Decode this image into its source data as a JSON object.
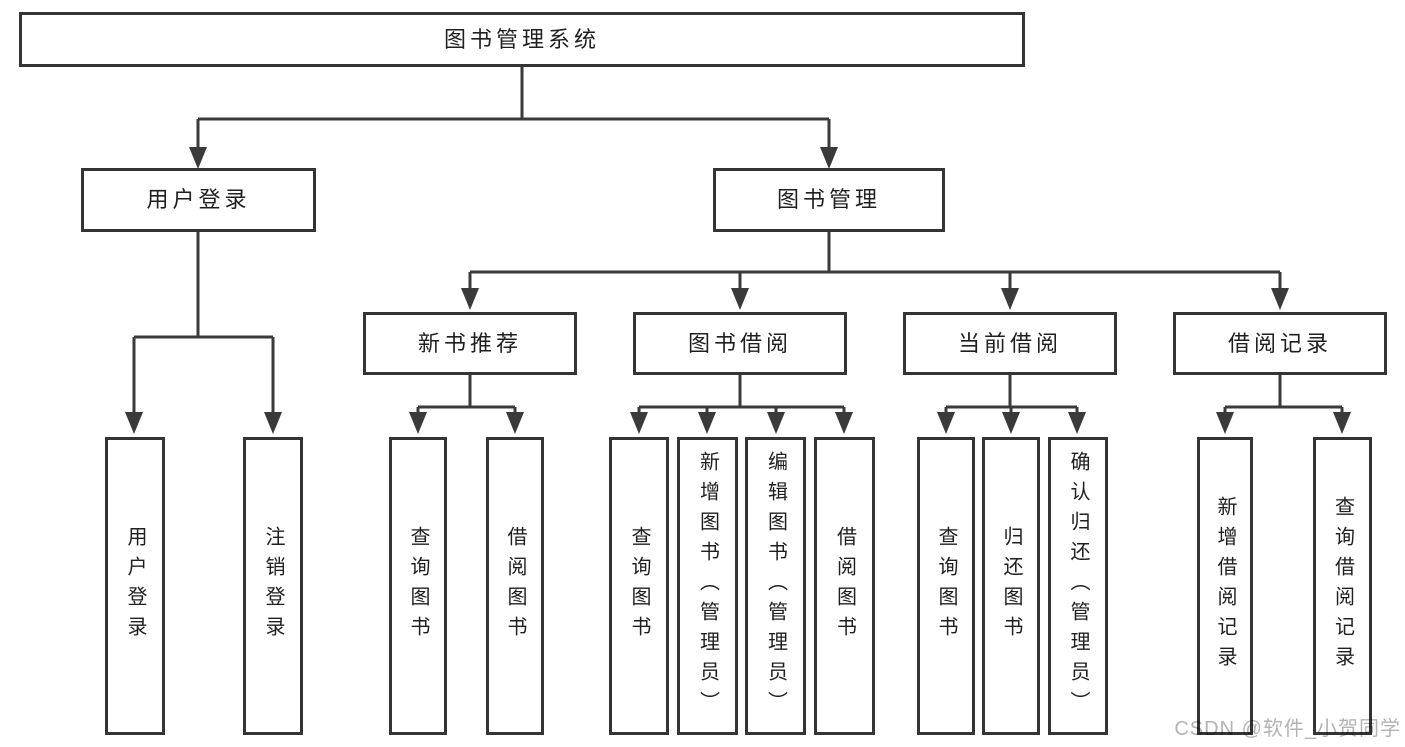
{
  "diagram_title": "图书管理系统",
  "tree": {
    "root": {
      "label": "图书管理系统"
    },
    "level1": [
      {
        "label": "用户登录",
        "children": [
          {
            "label": "用户登录"
          },
          {
            "label": "注销登录"
          }
        ]
      },
      {
        "label": "图书管理",
        "children": [
          {
            "label": "新书推荐",
            "children": [
              {
                "label": "查询图书"
              },
              {
                "label": "借阅图书"
              }
            ]
          },
          {
            "label": "图书借阅",
            "children": [
              {
                "label": "查询图书"
              },
              {
                "label": "新增图书（管理员）"
              },
              {
                "label": "编辑图书（管理员）"
              },
              {
                "label": "借阅图书"
              }
            ]
          },
          {
            "label": "当前借阅",
            "children": [
              {
                "label": "查询图书"
              },
              {
                "label": "归还图书"
              },
              {
                "label": "确认归还（管理员）"
              }
            ]
          },
          {
            "label": "借阅记录",
            "children": [
              {
                "label": "新增借阅记录"
              },
              {
                "label": "查询借阅记录"
              }
            ]
          }
        ]
      }
    ]
  },
  "watermark": {
    "text": "CSDN @软件_小贺同学"
  },
  "colors": {
    "background": "#ffffff",
    "line": "#3a3a3a",
    "box_border": "#343434",
    "text": "#1f1f1f",
    "watermark": "#b3b3b3"
  }
}
